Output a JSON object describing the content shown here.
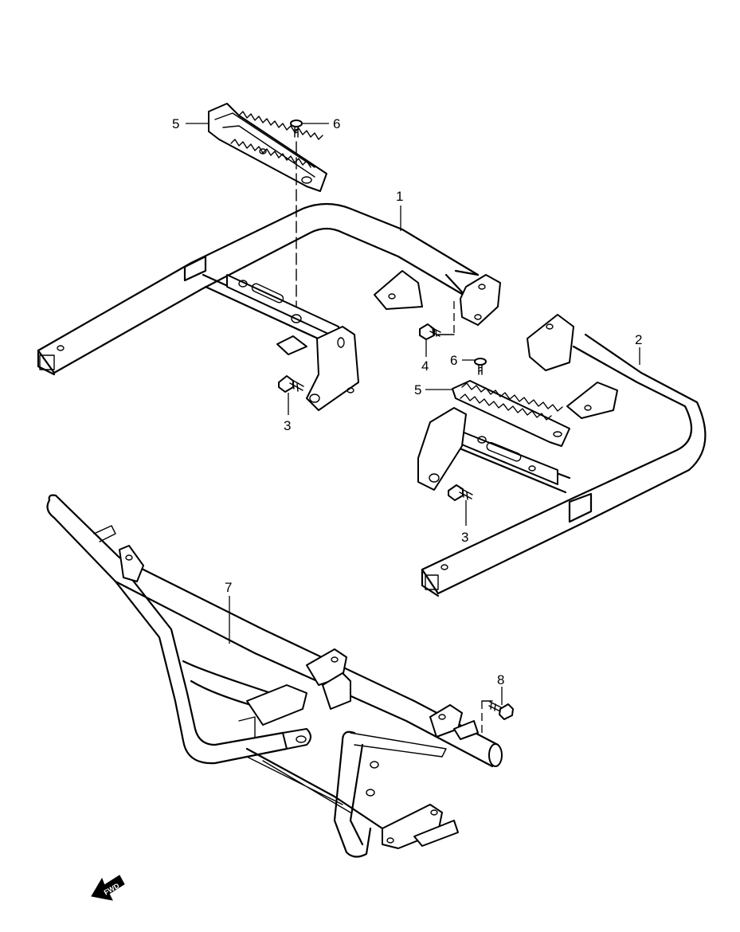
{
  "callouts": [
    {
      "id": "c5a",
      "label": "5"
    },
    {
      "id": "c6a",
      "label": "6"
    },
    {
      "id": "c1",
      "label": "1"
    },
    {
      "id": "c4",
      "label": "4"
    },
    {
      "id": "c6b",
      "label": "6"
    },
    {
      "id": "c2",
      "label": "2"
    },
    {
      "id": "c5b",
      "label": "5"
    },
    {
      "id": "c3a",
      "label": "3"
    },
    {
      "id": "c3b",
      "label": "3"
    },
    {
      "id": "c7",
      "label": "7"
    },
    {
      "id": "c8",
      "label": "8"
    }
  ],
  "fwd_badge": {
    "label": "FWD",
    "icon": "forward-arrow-icon"
  }
}
